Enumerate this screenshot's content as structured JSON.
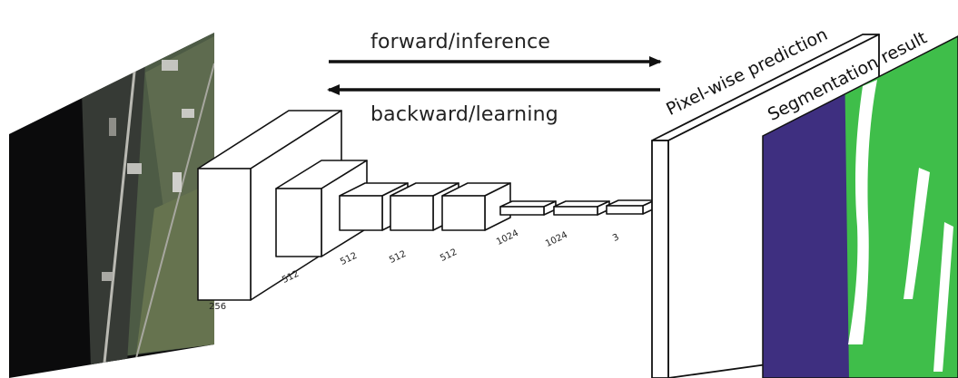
{
  "arrows": {
    "forward": "forward/inference",
    "backward": "backward/learning"
  },
  "layers": [
    {
      "label": "256"
    },
    {
      "label": "512"
    },
    {
      "label": "512"
    },
    {
      "label": "512"
    },
    {
      "label": "512"
    },
    {
      "label": "1024"
    },
    {
      "label": "1024"
    },
    {
      "label": "3"
    }
  ],
  "outputs": {
    "prediction_label": "Pixel-wise prediction",
    "segmentation_label": "Segmentation result"
  },
  "colors": {
    "segment_background": "#3e2f80",
    "segment_field": "#3fbe4a",
    "segment_road": "#ffffff",
    "outline": "#111111"
  }
}
